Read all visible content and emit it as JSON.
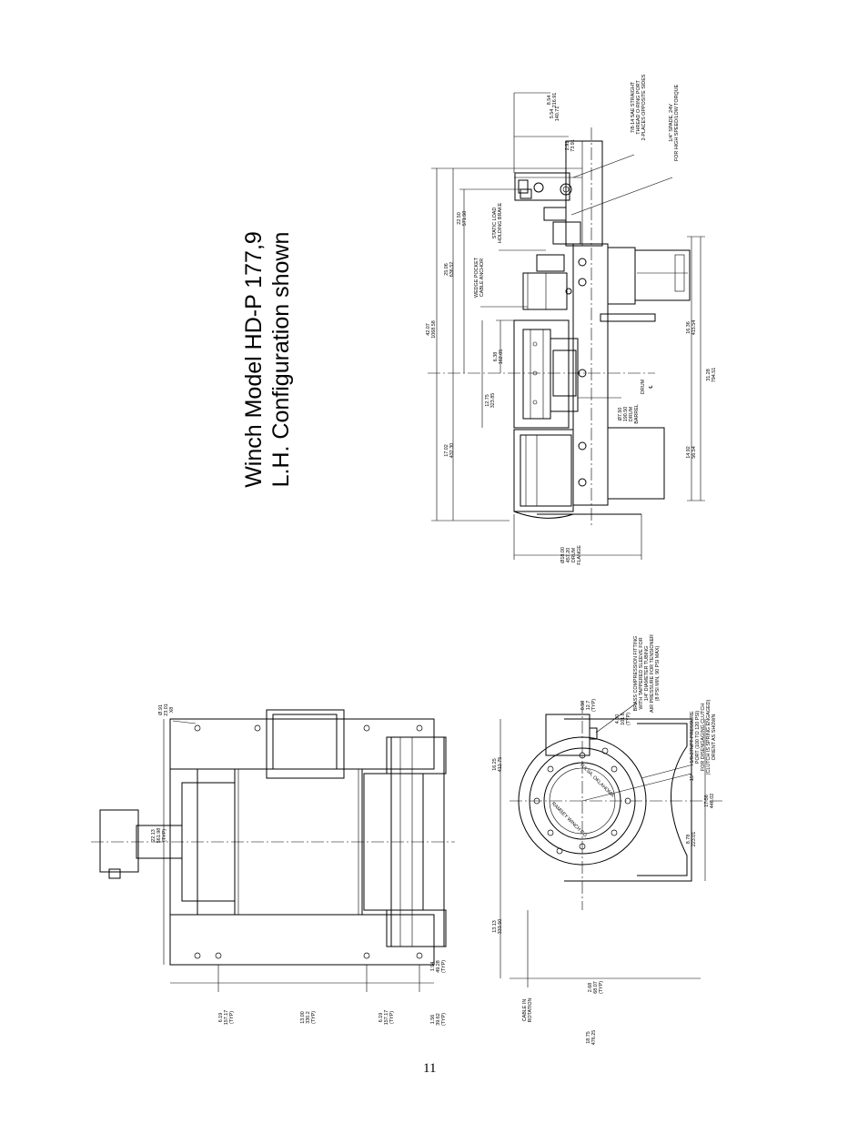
{
  "title": {
    "line1": "Winch Model HD-P 177,9",
    "line2": "L.H. Configuration shown"
  },
  "page_number": "11",
  "side_view": {
    "notes": {
      "port_78": [
        "7/8-14 SAE STRAIGHT",
        "THREAD O-RING PORT",
        "2-PLACES OPPOSITE SIDES"
      ],
      "spade": [
        "1/4\" SPADE, 24V",
        "FOR HIGH SPEED/LOW TORQUE"
      ],
      "static_brake": [
        "STATIC LOAD",
        "HOLDING BRAKE"
      ],
      "wedge_pocket": [
        "WEDGE POCKET",
        "CABLE ANCHOR"
      ],
      "drum_barrel": [
        "Ø7.50",
        "190.50",
        "DRUM",
        "BARREL"
      ],
      "drum_cl": [
        "DRUM",
        "℄"
      ],
      "flange": [
        "Ø18.00",
        "457.20",
        "DRUM",
        "FLANGE"
      ]
    },
    "dims": {
      "overall": [
        "42.07",
        "1068.58"
      ],
      "to_cl_right": [
        "25.06",
        "636.52"
      ],
      "brake": [
        "22.50",
        "571.50"
      ],
      "to_cl_left": [
        "17.02",
        "432.30"
      ],
      "drum_half": [
        "6.38",
        "162.05"
      ],
      "drum_len": [
        "12.75",
        "323.85"
      ],
      "top_a": [
        "5.54",
        "140.71"
      ],
      "top_b": [
        "8.54",
        "216.91"
      ],
      "top_c": [
        "2.91",
        "73.91"
      ],
      "base_r": [
        "16.36",
        "415.54"
      ],
      "base_total": [
        "31.28",
        "794.51"
      ],
      "base_l": [
        "14.92",
        "56.54"
      ]
    }
  },
  "top_view": {
    "dims": {
      "hole": [
        "Ø.91",
        "23.01",
        "X8"
      ],
      "height": [
        "22.13",
        "561.98",
        "(TYP)"
      ],
      "d1": [
        "6.19",
        "157.17",
        "(TYP)"
      ],
      "d2": [
        "13.00",
        "330.2",
        "(TYP)"
      ],
      "d3": [
        "6.19",
        "157.17",
        "(TYP)"
      ],
      "d4": [
        "1.56",
        "39.62",
        "(TYP)"
      ],
      "d5": [
        "1.94",
        "49.28",
        "(TYP)"
      ]
    }
  },
  "end_view": {
    "notes": {
      "brass": [
        "BRASS COMPRESSION FITTING",
        "WITH TAPPERED SLEEVE FOR",
        "1/4\" DIAMETER TUBING",
        "AIR PRESSURE FOR TENSIONER",
        "(8 PSI MIN, 90 PSI MAX)"
      ],
      "npt": [
        "1/8-27NPT PRESSURE",
        "PORT (100 TO 120 PSI)",
        "FOR DISENGAGING CLUTCH",
        "(CLUTCH IS SPRING ENGAGED)",
        "ORIENT AS SHOWN"
      ],
      "cable": [
        "CABLE IN",
        "ROTATION"
      ],
      "angle": "15°",
      "drum_text_1": "TULSA, OKLAHOMA",
      "drum_text_2": "RAMSEY WINCH CO."
    },
    "dims": {
      "top_right": [
        "0.50",
        "12.7",
        "(TYP)"
      ],
      "left_top": [
        "16.25",
        "412.75"
      ],
      "left_bottom": [
        "13.13",
        "333.50"
      ],
      "foot": [
        "4.00",
        "101.6",
        "(TYP)"
      ],
      "bolt": [
        "2.68",
        "68.07",
        "(TYP)"
      ],
      "total": [
        "18.75",
        "476.25"
      ],
      "h_right": [
        "17.56",
        "446.02"
      ],
      "h_small": [
        "8.78",
        "223.01"
      ]
    }
  }
}
